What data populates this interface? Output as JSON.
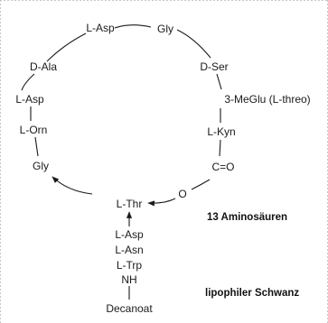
{
  "ring": {
    "asp_top": "L-Asp",
    "gly_top": "Gly",
    "d_ala": "D-Ala",
    "d_ser": "D-Ser",
    "asp_left": "L-Asp",
    "meglu": "3-MeGlu (L-threo)",
    "orn": "L-Orn",
    "kyn": "L-Kyn",
    "carbonyl": "C=O",
    "gly_bottom": "Gly",
    "ester_o": "O",
    "thr": "L-Thr"
  },
  "tail": {
    "asp": "L-Asp",
    "asn": "L-Asn",
    "trp": "L-Trp",
    "nh": "NH",
    "decanoate": "Decanoat"
  },
  "notes": {
    "amino_acids": "13 Aminosäuren",
    "lipophilic_tail": "lipophiler Schwanz"
  }
}
